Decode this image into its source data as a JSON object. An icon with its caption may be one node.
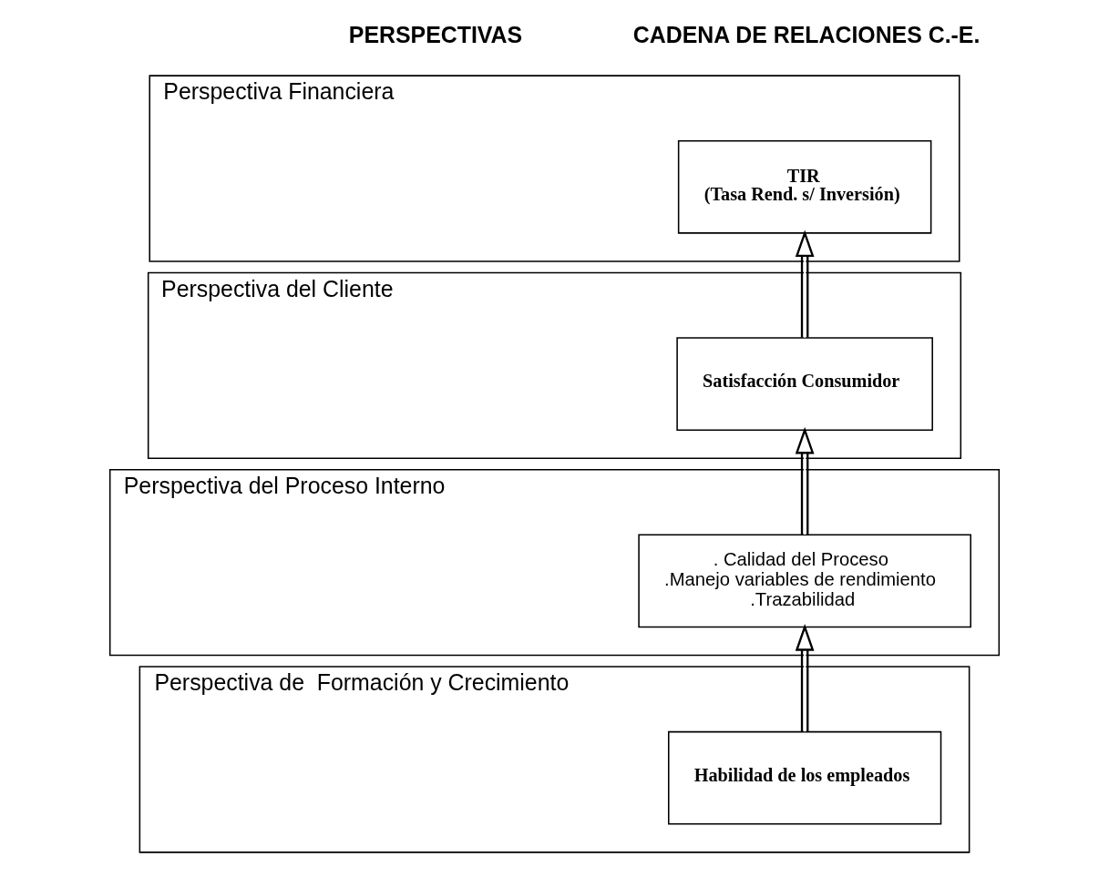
{
  "diagram": {
    "nodes": [
      {
        "text": [
          "Perspectiva Financiera"
        ]
      },
      {
        "text": [
          "TIR",
          "(Tasa Rend. s/ Inversión)"
        ],
        "in": 0
      },
      {
        "text": [
          "Perspectiva del Cliente"
        ]
      },
      {
        "text": [
          "Satisfacción Consumidor"
        ],
        "in": 2
      },
      {
        "text": [
          "Perspectiva del Proceso Interno"
        ]
      },
      {
        "text": [
          ". Calidad del Proceso",
          ".Manejo variables de rendimiento",
          ".Trazabilidad"
        ],
        "in": 4
      },
      {
        "text": [
          "Perspectiva de  Formación y Crecimiento"
        ]
      },
      {
        "text": [
          "Habilidad de los empleados"
        ],
        "in": 6
      }
    ],
    "edges": [
      {
        "from": 7,
        "to": 5,
        "arrow": "to"
      },
      {
        "from": 5,
        "to": 3,
        "arrow": "to"
      },
      {
        "from": 3,
        "to": 1,
        "arrow": "to"
      }
    ],
    "labels": [
      "PERSPECTIVAS",
      "CADENA DE RELACIONES C.-E."
    ]
  }
}
